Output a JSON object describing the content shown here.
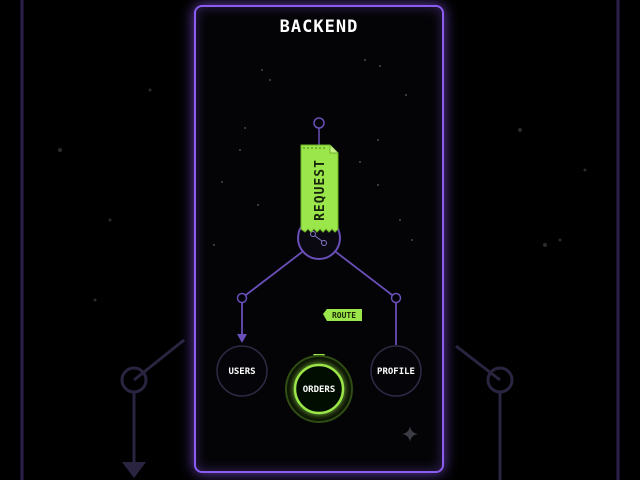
{
  "title": "BACKEND",
  "request": {
    "label": "REQUEST"
  },
  "route": {
    "label": "ROUTE"
  },
  "nodes": {
    "users": {
      "label": "USERS"
    },
    "orders": {
      "label": "ORDERS"
    },
    "profile": {
      "label": "PROFILE"
    }
  },
  "colors": {
    "background": "#000000",
    "panel_border": "#8a5cf0",
    "line": "#6a4fb8",
    "accent_green": "#9be64a",
    "node_stroke": "#2e2a45"
  },
  "icons": [
    "sparkle-icon",
    "router-hub-icon",
    "arrow-down-icon"
  ]
}
